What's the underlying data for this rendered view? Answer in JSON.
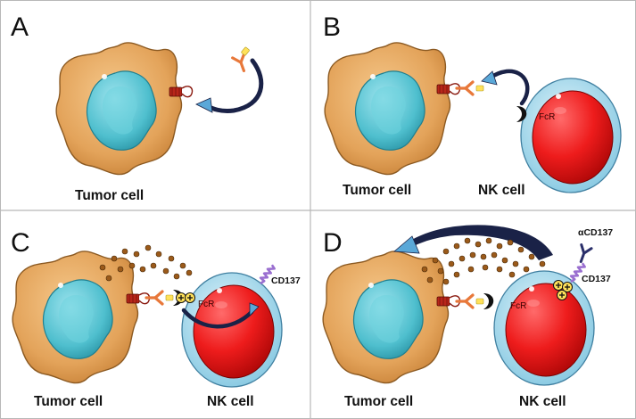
{
  "colors": {
    "tumor_cytoplasm": "#e3a35a",
    "tumor_nucleus": "#4fbfce",
    "nk_cytoplasm": "#a8d8ea",
    "nk_body": "#ee1c1c",
    "antibody": "#e8783a",
    "arrow_blue": "#5aa8d8",
    "arrow_navy": "#1a2247",
    "cytokine_dot": "#9b5a1a",
    "cd137": "#9a6fd0",
    "grid_line": "#b8b8b8"
  },
  "panels": {
    "a": {
      "letter": "A",
      "tumor_label": "Tumor cell"
    },
    "b": {
      "letter": "B",
      "tumor_label": "Tumor cell",
      "nk_label": "NK cell",
      "receptor_label": "FcR"
    },
    "c": {
      "letter": "C",
      "tumor_label": "Tumor cell",
      "nk_label": "NK cell",
      "receptor_label": "FcR",
      "marker_label": "CD137"
    },
    "d": {
      "letter": "D",
      "tumor_label": "Tumor cell",
      "nk_label": "NK cell",
      "receptor_label": "FcR",
      "marker_label": "CD137",
      "agonist_label": "αCD137"
    }
  }
}
